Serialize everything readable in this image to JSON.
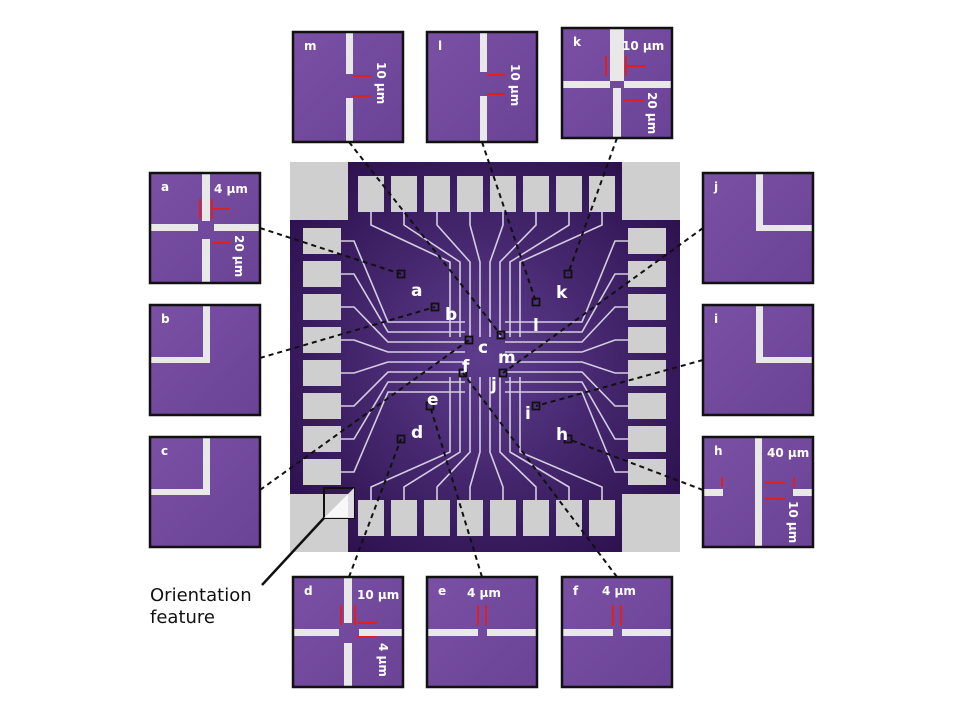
{
  "caption": {
    "line1": "Orientation",
    "line2": "feature"
  },
  "colors": {
    "chip": "#3a1a5c",
    "chip_center": "#5a3a88",
    "metal": "#cfcfcf",
    "trace": "#d4cde0",
    "inset_bg": "#7c52a6",
    "marker": "#e02020"
  },
  "chip_points": [
    {
      "id": "a",
      "label": "a"
    },
    {
      "id": "b",
      "label": "b"
    },
    {
      "id": "c",
      "label": "c"
    },
    {
      "id": "d",
      "label": "d"
    },
    {
      "id": "e",
      "label": "e"
    },
    {
      "id": "f",
      "label": "f"
    },
    {
      "id": "h",
      "label": "h"
    },
    {
      "id": "i",
      "label": "i"
    },
    {
      "id": "j",
      "label": "j"
    },
    {
      "id": "k",
      "label": "k"
    },
    {
      "id": "l",
      "label": "l"
    },
    {
      "id": "m",
      "label": "m"
    }
  ],
  "insets": [
    {
      "id": "m",
      "letter": "m",
      "dims": [
        "10 µm"
      ]
    },
    {
      "id": "l",
      "letter": "l",
      "dims": [
        "10 µm"
      ]
    },
    {
      "id": "k",
      "letter": "k",
      "dims": [
        "10 µm",
        "20 µm"
      ]
    },
    {
      "id": "a",
      "letter": "a",
      "dims": [
        "4 µm",
        "20 µm"
      ]
    },
    {
      "id": "j",
      "letter": "j",
      "dims": []
    },
    {
      "id": "b",
      "letter": "b",
      "dims": []
    },
    {
      "id": "i",
      "letter": "i",
      "dims": []
    },
    {
      "id": "c",
      "letter": "c",
      "dims": []
    },
    {
      "id": "h",
      "letter": "h",
      "dims": [
        "40 µm",
        "10 µm"
      ]
    },
    {
      "id": "d",
      "letter": "d",
      "dims": [
        "10 µm",
        "4 µm"
      ]
    },
    {
      "id": "e",
      "letter": "e",
      "dims": [
        "4 µm"
      ]
    },
    {
      "id": "f",
      "letter": "f",
      "dims": [
        "4 µm"
      ]
    }
  ]
}
